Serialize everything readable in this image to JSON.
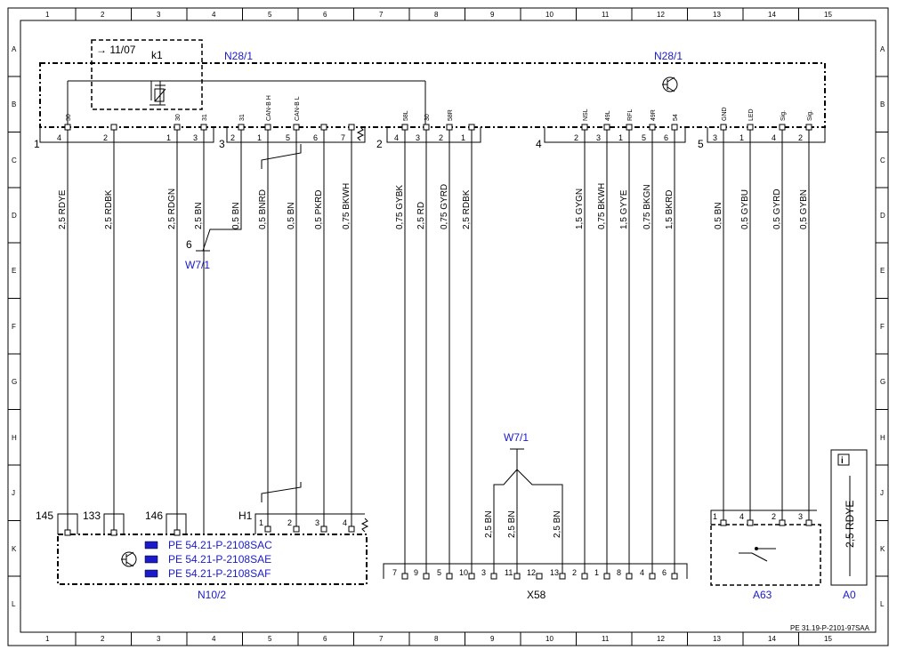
{
  "frame": {
    "columns": [
      "1",
      "2",
      "3",
      "4",
      "5",
      "6",
      "7",
      "8",
      "9",
      "10",
      "11",
      "12",
      "13",
      "14",
      "15"
    ],
    "rows": [
      "A",
      "B",
      "C",
      "D",
      "E",
      "F",
      "G",
      "H",
      "J",
      "K",
      "L"
    ],
    "doc_ref": "PE 31.19-P-2101-97SAA"
  },
  "components": {
    "n28_left": "N28/1",
    "n28_right": "N28/1",
    "k1": "k1",
    "date_note": "→ 11/07",
    "w71_top": "W7/1",
    "w71_bottom": "W7/1",
    "w71_top_pin": "6",
    "n10": "N10/2",
    "x58": "X58",
    "a63": "A63",
    "a0": "A0",
    "h1": "H1"
  },
  "connectors": {
    "c1": "1",
    "c2": "2",
    "c3": "3",
    "c4": "4",
    "c5": "5"
  },
  "top_pins": [
    {
      "sig": "30",
      "pin": "4"
    },
    {
      "sig": "",
      "pin": "2"
    },
    {
      "sig": "30",
      "pin": "1"
    },
    {
      "sig": "31",
      "pin": "3"
    },
    {
      "sig": "31",
      "pin": "2"
    },
    {
      "sig": "CAN-B H",
      "pin": "1"
    },
    {
      "sig": "CAN-B L",
      "pin": "5"
    },
    {
      "sig": "",
      "pin": "6"
    },
    {
      "sig": "",
      "pin": "7"
    },
    {
      "sig": "58L",
      "pin": "4"
    },
    {
      "sig": "30",
      "pin": "3"
    },
    {
      "sig": "58R",
      "pin": "2"
    },
    {
      "sig": "",
      "pin": "1"
    },
    {
      "sig": "NSL",
      "pin": "2"
    },
    {
      "sig": "49L",
      "pin": "3"
    },
    {
      "sig": "RFL",
      "pin": "1"
    },
    {
      "sig": "49R",
      "pin": "5"
    },
    {
      "sig": "54",
      "pin": "6"
    },
    {
      "sig": "GND",
      "pin": "3"
    },
    {
      "sig": "LED",
      "pin": "1"
    },
    {
      "sig": "Sig.",
      "pin": "4"
    },
    {
      "sig": "Sig.",
      "pin": "2"
    }
  ],
  "wires": [
    "2,5 RDYE",
    "2,5 RDBK",
    "2,5 RDGN",
    "2,5 BN",
    "0,5 BN",
    "0,5 BNRD",
    "0,5 BN",
    "0,5 PKRD",
    "0,75 BKWH",
    "0,75 GYBK",
    "2,5 RD",
    "0,75 GYRD",
    "2,5 RDBK",
    "1,5 GYGN",
    "0,75 BKWH",
    "1,5 GYYE",
    "0,75 BKGN",
    "1,5 BKRD",
    "0,5 BN",
    "0,5 GYBU",
    "0,5 GYRD",
    "0,5 GYBN"
  ],
  "n10_pins": [
    "145",
    "133",
    "146"
  ],
  "h1_pins": [
    "1",
    "2",
    "3",
    "4"
  ],
  "pe_refs": [
    "PE 54.21-P-2108SAC",
    "PE 54.21-P-2108SAE",
    "PE 54.21-P-2108SAF"
  ],
  "x58_pins": [
    "7",
    "9",
    "5",
    "10",
    "3",
    "11",
    "12",
    "13",
    "2",
    "1",
    "8",
    "4",
    "6"
  ],
  "w71_wires": [
    "2,5 BN",
    "2,5 BN",
    "2,5 BN"
  ],
  "a63_pins": [
    "1",
    "4",
    "2",
    "3"
  ],
  "a0_wire": "2,5 RDYE",
  "info_icon": "info-icon"
}
